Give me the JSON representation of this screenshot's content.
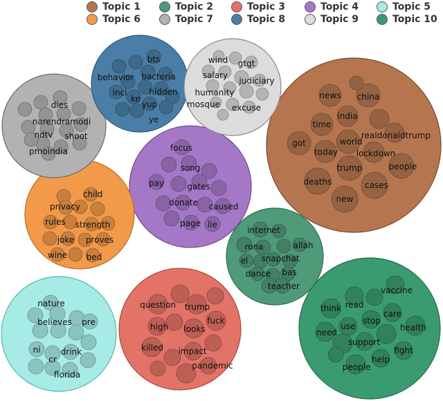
{
  "chart_data": {
    "type": "bubble-cluster",
    "title": "",
    "legend_position": "top",
    "topics": [
      {
        "name": "Topic 1",
        "color": "#b5764f",
        "words": []
      },
      {
        "name": "Topic 2",
        "color": "#4f9a79",
        "words": []
      },
      {
        "name": "Topic 3",
        "color": "#e37367",
        "words": [
          "question",
          "trump",
          "fuck",
          "high",
          "looks",
          "killed",
          "impact",
          "pandemic"
        ]
      },
      {
        "name": "Topic 4",
        "color": "#a478c7",
        "words": [
          "focus",
          "song",
          "pay",
          "gates",
          "donate",
          "caused",
          "page",
          "lie"
        ]
      },
      {
        "name": "Topic 5",
        "color": "#a7ebe6",
        "words": [
          "nature",
          "believes",
          "pre",
          "ni",
          "drink",
          "cr",
          "florida"
        ]
      },
      {
        "name": "Topic 6",
        "color": "#f29a4a",
        "words": [
          "child",
          "privacy",
          "rules",
          "strength",
          "joke",
          "proves",
          "wine",
          "bed"
        ]
      },
      {
        "name": "Topic 7",
        "color": "#b2b2b2",
        "words": [
          "dies",
          "narendramodi",
          "ndtv",
          "shoot",
          "pmoindia"
        ]
      },
      {
        "name": "Topic 8",
        "color": "#4a7ea6",
        "words": [
          "bts",
          "behavior",
          "bacteria",
          "incl",
          "hidden",
          "ke",
          "yup",
          "ye"
        ]
      },
      {
        "name": "Topic 9",
        "color": "#dcdcdc",
        "words": [
          "wind",
          "gtgt",
          "salary",
          "judiciary",
          "humanity",
          "mosque",
          "excuse"
        ]
      },
      {
        "name": "Topic 10",
        "color": "#3b9b70",
        "words": [
          "vaccine",
          "think",
          "read",
          "care",
          "use",
          "stop",
          "health",
          "need",
          "support",
          "fight",
          "help",
          "people"
        ]
      }
    ],
    "clusters": [
      {
        "topic": "Topic 1",
        "words": [
          "news",
          "china",
          "india",
          "time",
          "realdonaldtrump",
          "got",
          "world",
          "today",
          "lockdown",
          "trump",
          "people",
          "deaths",
          "cases",
          "new"
        ]
      },
      {
        "topic": "Topic 2",
        "words": [
          "internet",
          "rona",
          "allah",
          "el",
          "snapchat",
          "dance",
          "bas",
          "teacher"
        ]
      }
    ]
  }
}
